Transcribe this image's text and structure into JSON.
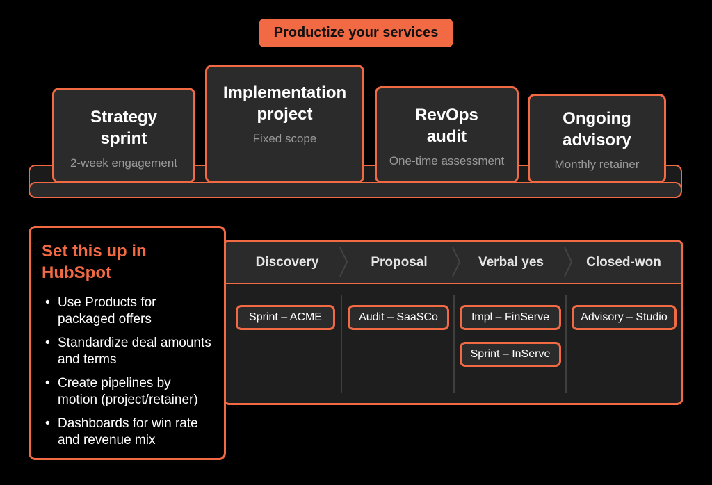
{
  "header": {
    "title": "Productize your services"
  },
  "offers": [
    {
      "title": "Strategy sprint",
      "subtitle": "2-week engagement"
    },
    {
      "title": "Implementation project",
      "subtitle": "Fixed scope"
    },
    {
      "title": "RevOps audit",
      "subtitle": "One-time assessment"
    },
    {
      "title": "Ongoing advisory",
      "subtitle": "Monthly retainer"
    }
  ],
  "setup": {
    "title": "Set this up in HubSpot",
    "bullet": "•",
    "items": [
      "Use Products for packaged offers",
      "Standardize deal amounts and terms",
      "Create pipelines by motion (project/retainer)",
      "Dashboards for win rate and revenue mix"
    ]
  },
  "pipeline": {
    "stages": [
      "Discovery",
      "Proposal",
      "Verbal yes",
      "Closed-won"
    ],
    "deals": [
      {
        "label": "Sprint – ACME",
        "stage": "Discovery"
      },
      {
        "label": "Audit – SaaSCo",
        "stage": "Proposal"
      },
      {
        "label": "Impl – FinServe",
        "stage": "Verbal yes"
      },
      {
        "label": "Sprint – InServe",
        "stage": "Verbal yes"
      },
      {
        "label": "Advisory – Studio",
        "stage": "Closed-won"
      }
    ]
  },
  "colors": {
    "accent": "#f26a44",
    "card": "#2b2b2b",
    "background": "#000000",
    "muted": "#9a9a9a"
  }
}
